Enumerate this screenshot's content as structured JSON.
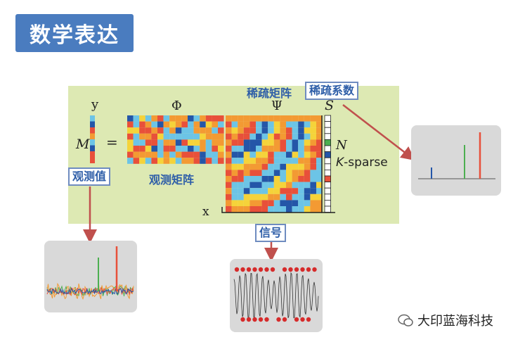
{
  "title": "数学表达",
  "labels": {
    "y": "y",
    "M": "M",
    "equals": "=",
    "phi": "Φ",
    "psi": "Ψ",
    "S": "S",
    "N": "N",
    "K": "K",
    "sparse": "-sparse",
    "x": "x",
    "measured_value": "观测值",
    "measurement_matrix": "观测矩阵",
    "sparse_matrix": "稀疏矩阵",
    "sparse_coef": "稀疏系数",
    "signal": "信号"
  },
  "watermark": "大印蓝海科技",
  "colors": {
    "title_bg": "#4a7cbf",
    "panel_bg": "#dde9b3",
    "arrow": "#c0504d",
    "red": "#e8503a",
    "orange": "#f39a33",
    "yellow": "#f5d33a",
    "lightblue": "#6cc4e6",
    "blue": "#2456a8",
    "green": "#4caf50"
  }
}
